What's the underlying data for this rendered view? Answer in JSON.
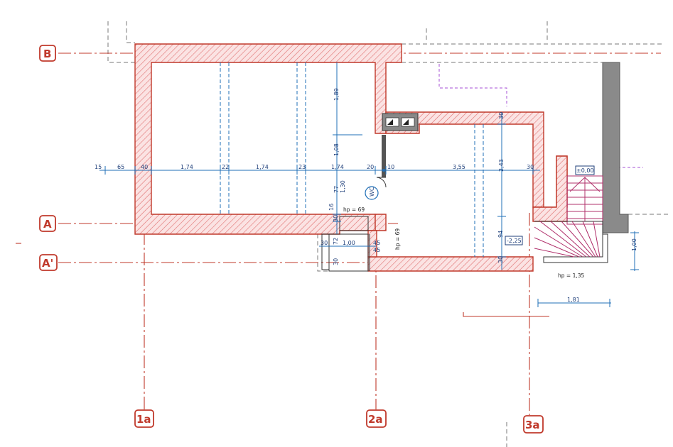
{
  "axes": {
    "B": "B",
    "A": "A",
    "A_prime": "A'",
    "1a": "1a",
    "2a": "2a",
    "3a": "3a"
  },
  "dimensions": {
    "d15": "15",
    "d65": "65",
    "d40": "40",
    "d174a": "1,74",
    "d22": "22",
    "d174b": "1,74",
    "d23": "23",
    "d174c": "1,74",
    "d20": "20",
    "d10": "10",
    "d355": "3,55",
    "d30r": "30",
    "d189": "1,89",
    "d108": "1,08",
    "d77": "77",
    "d130": "1,30",
    "d16": "16",
    "d30v": "30",
    "d72": "72",
    "d30h": "30",
    "d100h": "1,00",
    "d45a": "45",
    "d45b": "45",
    "d30b": "30",
    "d243": "2,43",
    "d94": "94",
    "d30t": "30",
    "d30bb": "30",
    "d181": "1,81",
    "d100v": "1,00"
  },
  "annotations": {
    "hp69a": "hp = 69",
    "hp69b": "hp = 69",
    "hp135": "hp = 1,35",
    "lvl_minus": "-2,25",
    "lvl_zero": "±0,00",
    "wc": "WC"
  }
}
